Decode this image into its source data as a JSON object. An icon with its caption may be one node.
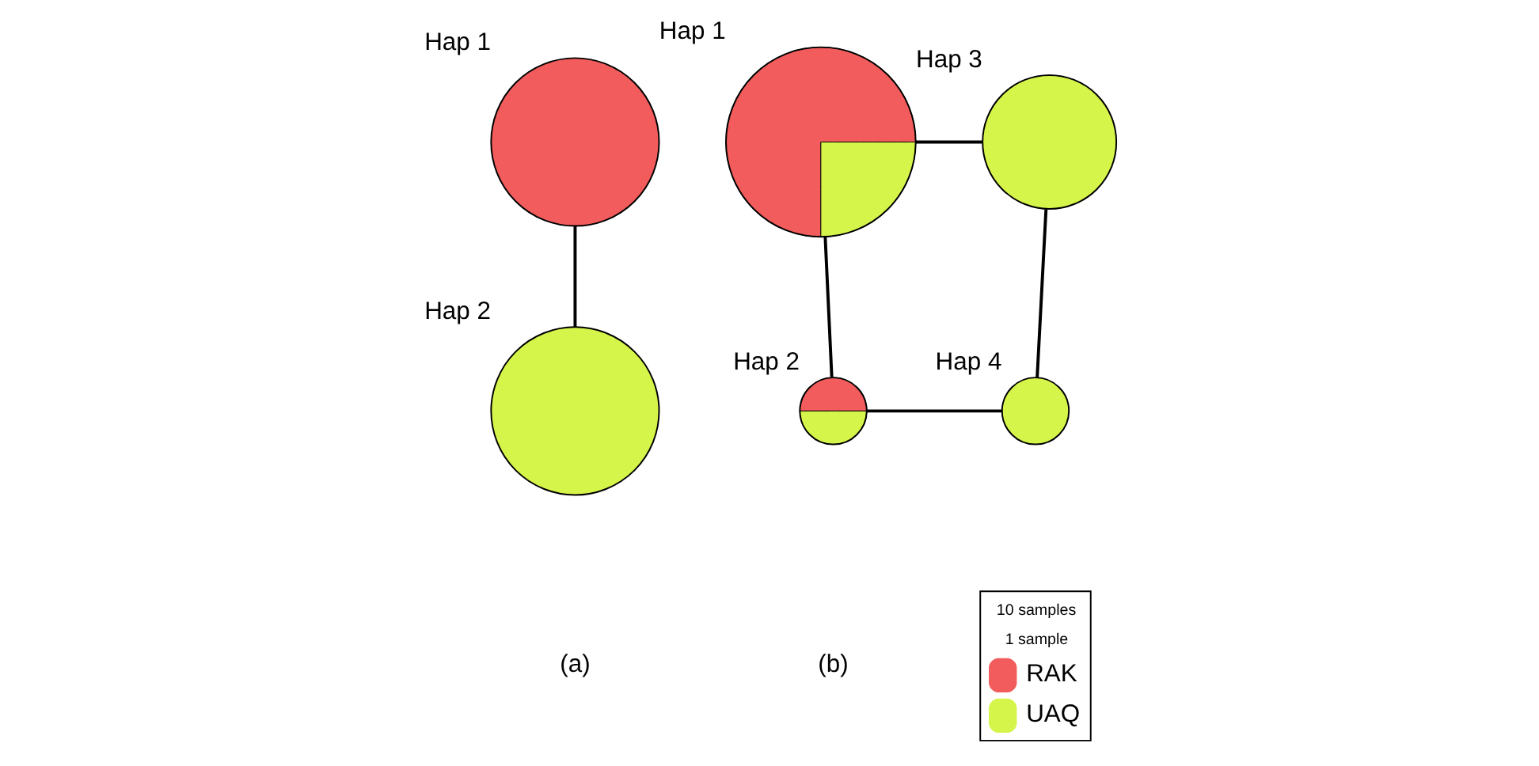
{
  "diagram": {
    "nodes": [
      {
        "text": [],
        "shape": "circle",
        "beside": [
          "Hap 1"
        ]
      },
      {
        "text": [],
        "shape": "circle",
        "beside": [
          "Hap 2"
        ]
      },
      {
        "text": [],
        "shape": "circle",
        "beside": [
          "Hap 1"
        ]
      },
      {
        "text": [],
        "shape": "circle",
        "beside": [
          "Hap 3"
        ]
      },
      {
        "text": [],
        "shape": "circle",
        "beside": [
          "Hap 2"
        ]
      },
      {
        "text": [],
        "shape": "circle",
        "beside": [
          "Hap 4"
        ]
      }
    ],
    "edges": [
      {
        "from": 0,
        "to": 1,
        "arrow": "none"
      },
      {
        "from": 2,
        "to": 3,
        "arrow": "none"
      },
      {
        "from": 2,
        "to": 4,
        "arrow": "none"
      },
      {
        "from": 4,
        "to": 5,
        "arrow": "none"
      },
      {
        "from": 5,
        "to": 3,
        "arrow": "none"
      }
    ],
    "labels": [
      "(a)",
      "(b)"
    ],
    "legend": [
      {
        "text": "10 samples"
      },
      {
        "text": "1 sample"
      },
      {
        "text": "RAK",
        "color": "#f25c5c"
      },
      {
        "text": "UAQ",
        "color": "#d6f54a"
      }
    ]
  }
}
